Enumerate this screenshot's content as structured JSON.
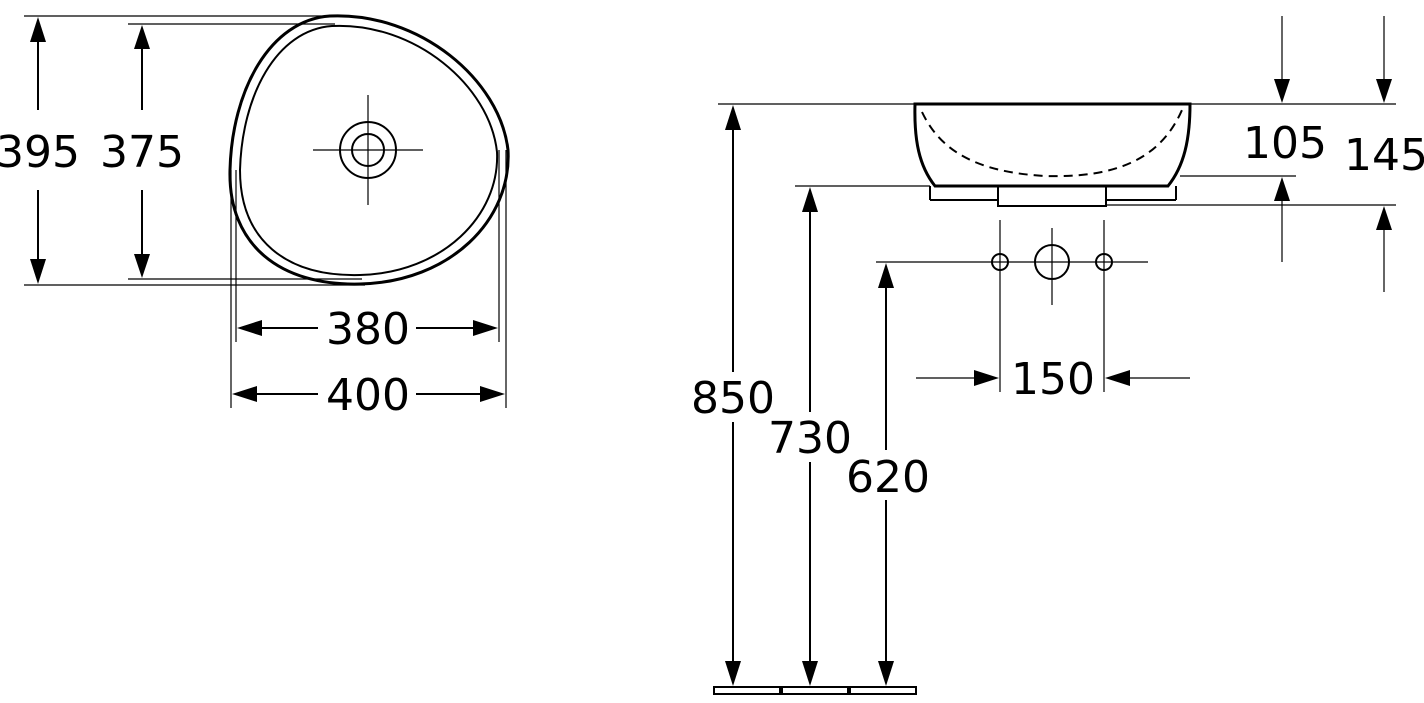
{
  "colors": {
    "line": "#000000",
    "background": "#ffffff"
  },
  "top_view": {
    "height_outer": "395",
    "height_inner": "375",
    "width_inner": "380",
    "width_outer": "400"
  },
  "side_view": {
    "bowl_height": "105",
    "total_height": "145",
    "hole_spacing": "150",
    "rim_height": "850",
    "bottom_height": "730",
    "drain_height": "620"
  }
}
